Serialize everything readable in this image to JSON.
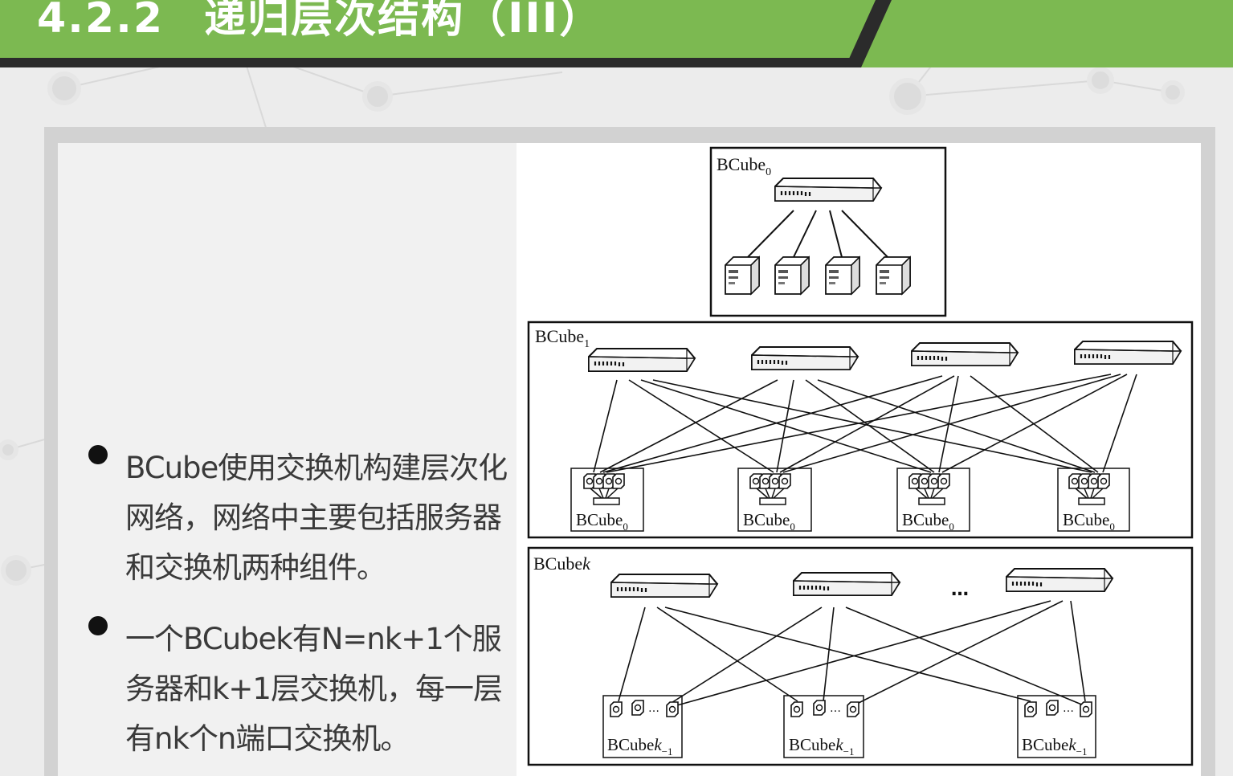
{
  "slide": {
    "section_number": "4.2.2",
    "title": "递归层次结构（III）",
    "accent_color": "#7cb951",
    "dark_band_color": "#2b2b2b"
  },
  "bullets": [
    {
      "text": " BCube使用交换机构建层次化网络，网络中主要包括服务器和交换机两种组件。"
    },
    {
      "text": "一个BCubek有N=nk+1个服务器和k+1层交换机，每一层有nk个n端口交换机。"
    }
  ],
  "figure": {
    "top_box_label": "BCube",
    "top_box_sub": "0",
    "mid_box_label": "BCube",
    "mid_box_sub": "1",
    "mid_cell_label": "BCube",
    "mid_cell_sub": "0",
    "bottom_box_label": "BCube",
    "bottom_box_italic": "k",
    "bottom_ellipsis": "…",
    "bottom_cell_label": "BCube",
    "bottom_cell_italic": "k",
    "bottom_cell_sub": "−1",
    "cell_dots": "…"
  }
}
